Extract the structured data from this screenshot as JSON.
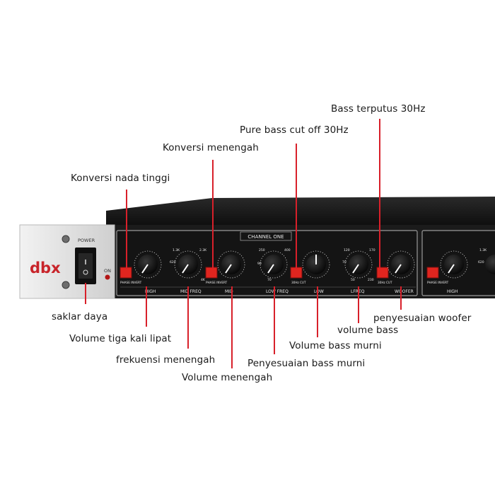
{
  "device": {
    "brand": "dbx",
    "power_label": "POWER",
    "on_label": "ON",
    "channel_label": "CHANNEL ONE",
    "button_labels": {
      "phase_invert": "PHASE INVERT",
      "cut_30hz": "30Hz CUT"
    },
    "section_labels": [
      "HIGH",
      "MID FREQ",
      "MID",
      "LOW FREQ",
      "LOW",
      "LFREQ",
      "WOOFER"
    ],
    "knob_scale_labels": {
      "mid_freq": [
        "1.3K",
        "2.3K",
        "620",
        "4K"
      ],
      "low_freq": [
        "250",
        "400",
        "90",
        "70"
      ],
      "lfreq": [
        "120",
        "170",
        "70",
        "230",
        "50"
      ],
      "channel_two_mid": [
        "1.3K",
        "620"
      ]
    },
    "colors": {
      "panel": "#151515",
      "rack_ear": "#e4e4e4",
      "button_red": "#e0251f",
      "leader_red": "#d8202a"
    }
  },
  "callouts": {
    "bass_cut_30hz": "Bass terputus 30Hz",
    "pure_bass_cut": "Pure bass cut off 30Hz",
    "mid_conversion": "Konversi menengah",
    "high_conversion": "Konversi nada tinggi",
    "power_switch": "saklar daya",
    "woofer_adjust": "penyesuaian woofer",
    "volume_bass": "volume bass",
    "triple_volume": "Volume tiga kali lipat",
    "pure_bass_volume": "Volume bass murni",
    "mid_frequency": "frekuensi menengah",
    "pure_bass_adjust": "Penyesuaian bass murni",
    "mid_volume": "Volume menengah"
  }
}
